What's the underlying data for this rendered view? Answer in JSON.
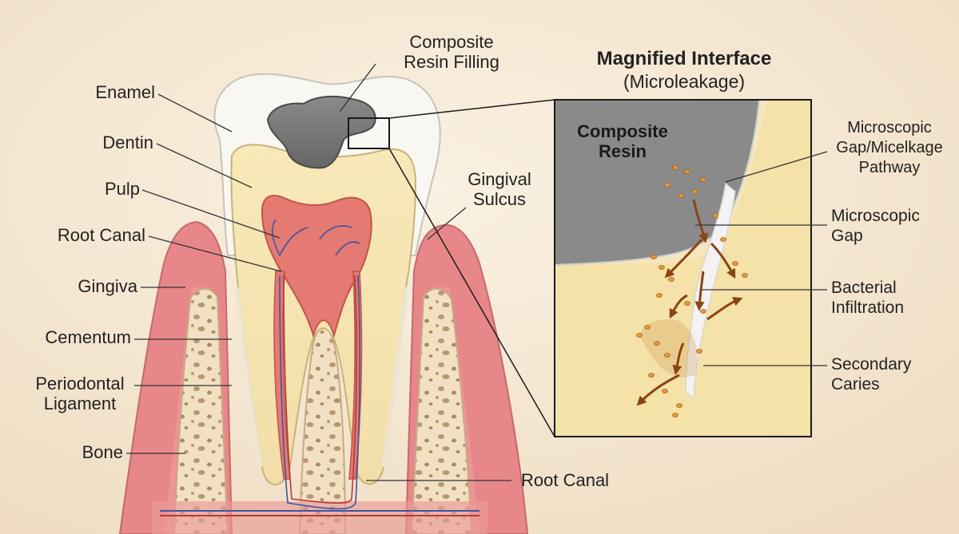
{
  "labels": {
    "enamel": "Enamel",
    "dentin": "Dentin",
    "pulp": "Pulp",
    "root_canal_left": "Root Canal",
    "gingiva": "Gingiva",
    "cementum": "Cementum",
    "periodontal_ligament": [
      "Periodontal",
      "Ligament"
    ],
    "bone": "Bone",
    "composite_filling": [
      "Composite",
      "Resin Filling"
    ],
    "gingival_sulcus": [
      "Gingival",
      "Sulcus"
    ],
    "root_canal_bottom": "Root Canal"
  },
  "inset": {
    "title": "Magnified Interface",
    "subtitle": "(Microleakage)",
    "resin_label": [
      "Composite",
      "Resin"
    ],
    "callouts": {
      "gap_pathway": [
        "Microscopic",
        "Gap/Micelkage",
        "Pathway"
      ],
      "gap": [
        "Microscopic",
        "Gap"
      ],
      "bacterial": [
        "Bacterial",
        "Infiltration"
      ],
      "secondary": [
        "Secondary",
        "Caries"
      ]
    }
  },
  "colors": {
    "background": "#f4e8d5",
    "enamel": "#f8f7f2",
    "dentin": "#f6e6b4",
    "pulp": "#e47a72",
    "gingiva": "#e8878a",
    "bone": "#f1dfc0",
    "composite": "#6f6f70",
    "bacteria": "#e39a3b",
    "arrow": "#8a4412"
  }
}
